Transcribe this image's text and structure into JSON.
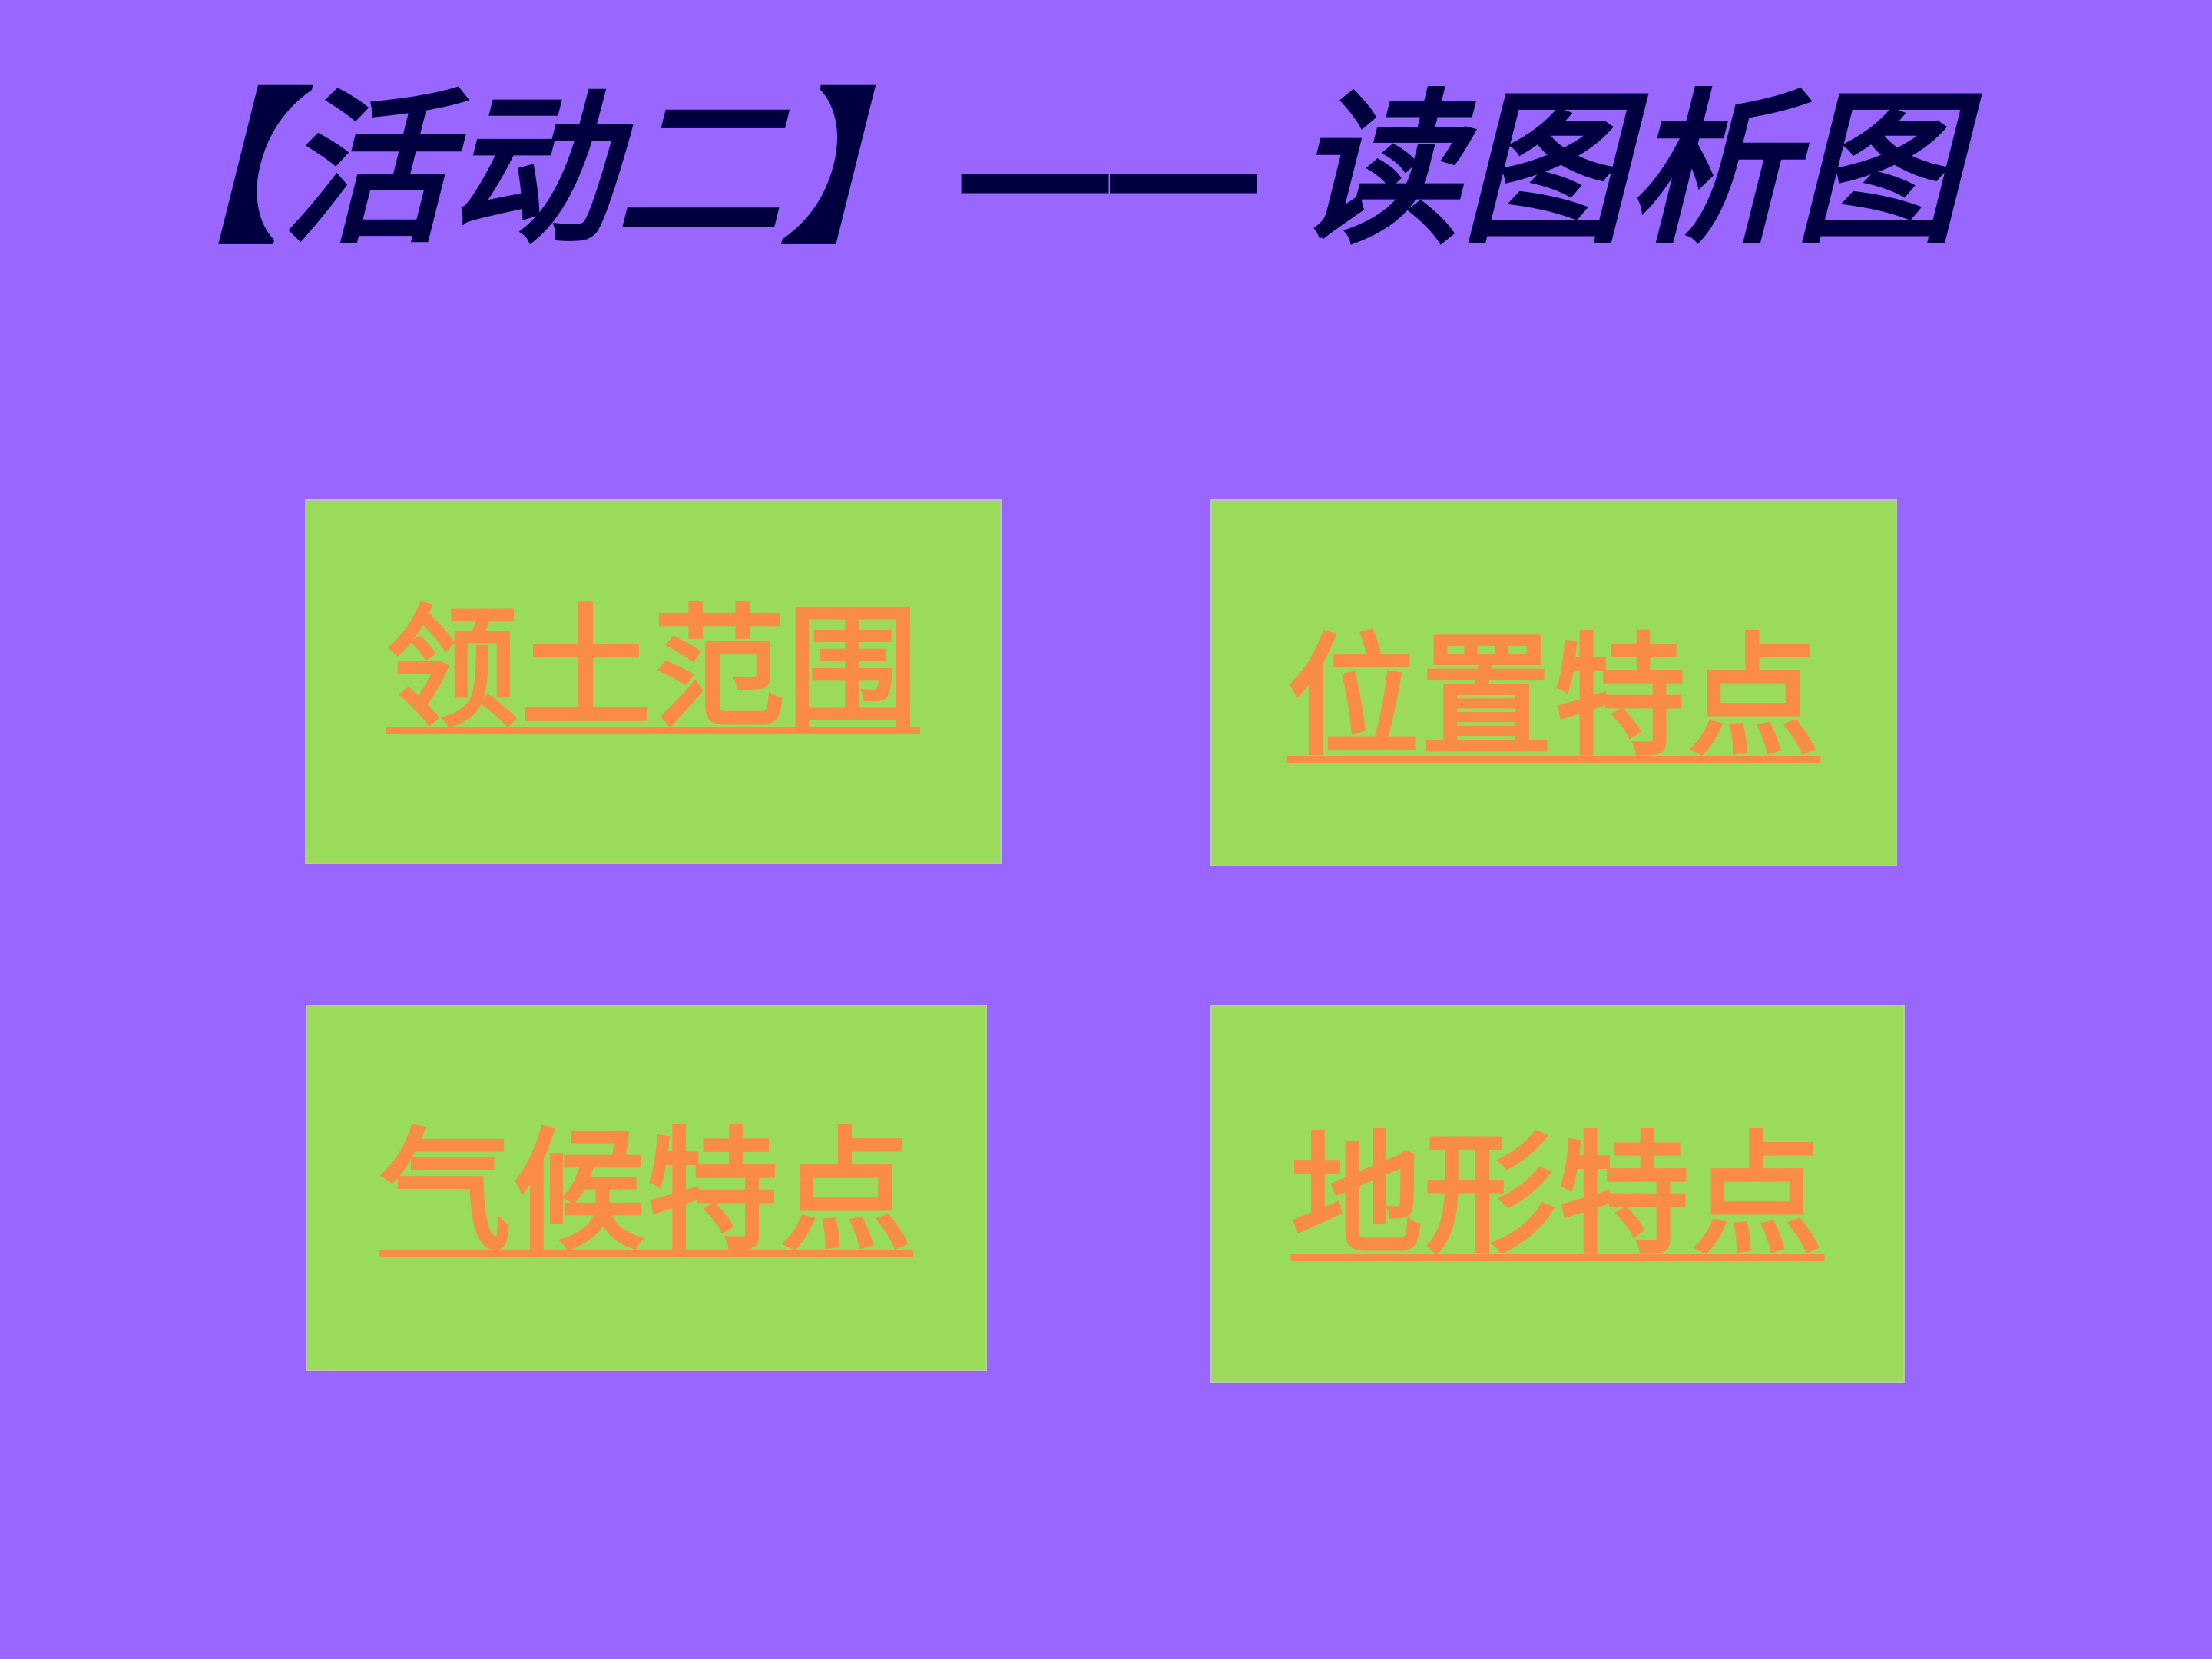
{
  "slide": {
    "background_color": "#9966FF",
    "title": {
      "full_text": "【活动二】—— 读图析图",
      "bracketed_part": "【活动二】",
      "dash": "——",
      "tail_part": "读图析图",
      "color": "#000040"
    },
    "boxes": [
      {
        "id": "box-1",
        "label": "领土范围",
        "fill_color": "#9ADC5A",
        "text_color": "#FA8C46",
        "underlined": true
      },
      {
        "id": "box-2",
        "label": "位置特点",
        "fill_color": "#9ADC5A",
        "text_color": "#FA8C46",
        "underlined": true
      },
      {
        "id": "box-3",
        "label": "气候特点",
        "fill_color": "#9ADC5A",
        "text_color": "#FA8C46",
        "underlined": true
      },
      {
        "id": "box-4",
        "label": "地形特点",
        "fill_color": "#9ADC5A",
        "text_color": "#FA8C46",
        "underlined": true
      }
    ]
  }
}
